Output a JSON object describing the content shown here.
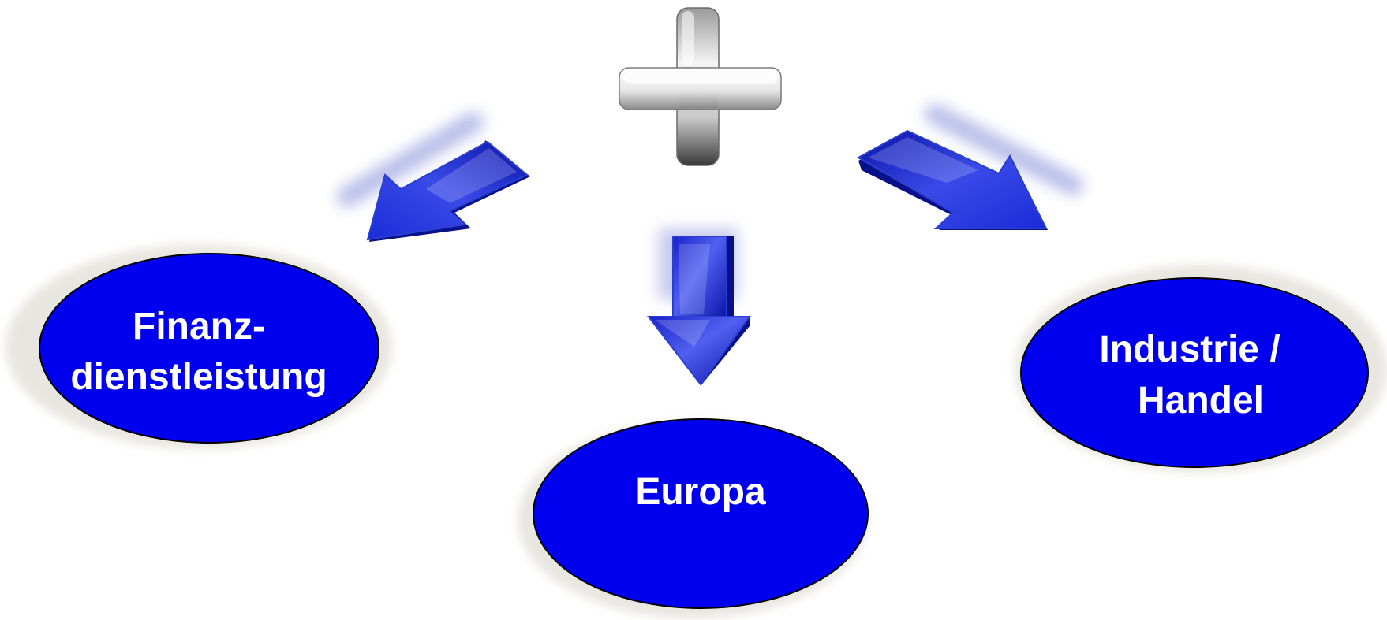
{
  "diagram": {
    "colors": {
      "node_fill": "#0000ee",
      "node_stroke": "#000000",
      "node_shadow": "#e8e6e0",
      "node_text": "#ffffff",
      "arrow_light": "#6b7cf0",
      "arrow_dark": "#0a12a8",
      "arrow_stroke": "#2a3fd0",
      "plus_light": "#ffffff",
      "plus_dark": "#3a3a3a"
    },
    "top_icon": "plus-icon",
    "nodes": {
      "left": {
        "line1": "Finanz-",
        "line2": "dienstleistung"
      },
      "center": {
        "line1": "Europa"
      },
      "right": {
        "line1": "Industrie /",
        "line2": "Handel"
      }
    },
    "arrows": [
      "arrow-down-left-icon",
      "arrow-down-icon",
      "arrow-down-right-icon"
    ]
  }
}
